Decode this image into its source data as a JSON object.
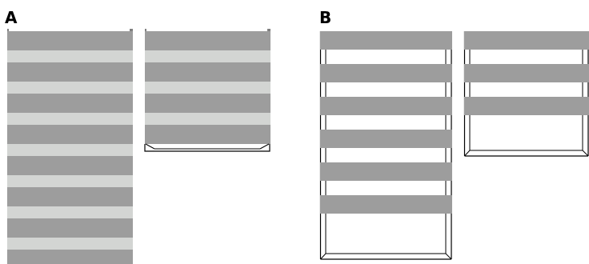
{
  "figure": {
    "panels": [
      {
        "label": "A",
        "variant": "filled",
        "slat_color": "#9d9d9d",
        "gap_color": "#d3d5d3",
        "frame_color": "#000000",
        "blinds": [
          {
            "slats": 8,
            "state": "fully-lowered"
          },
          {
            "slats": 4,
            "state": "lowered"
          }
        ]
      },
      {
        "label": "B",
        "variant": "open-frame",
        "slat_color": "#9d9d9d",
        "gap_color": "#ffffff",
        "frame_color": "#000000",
        "blinds": [
          {
            "slats": 6,
            "state": "partially-lowered"
          },
          {
            "slats": 3,
            "state": "partially-lowered"
          }
        ]
      }
    ]
  }
}
